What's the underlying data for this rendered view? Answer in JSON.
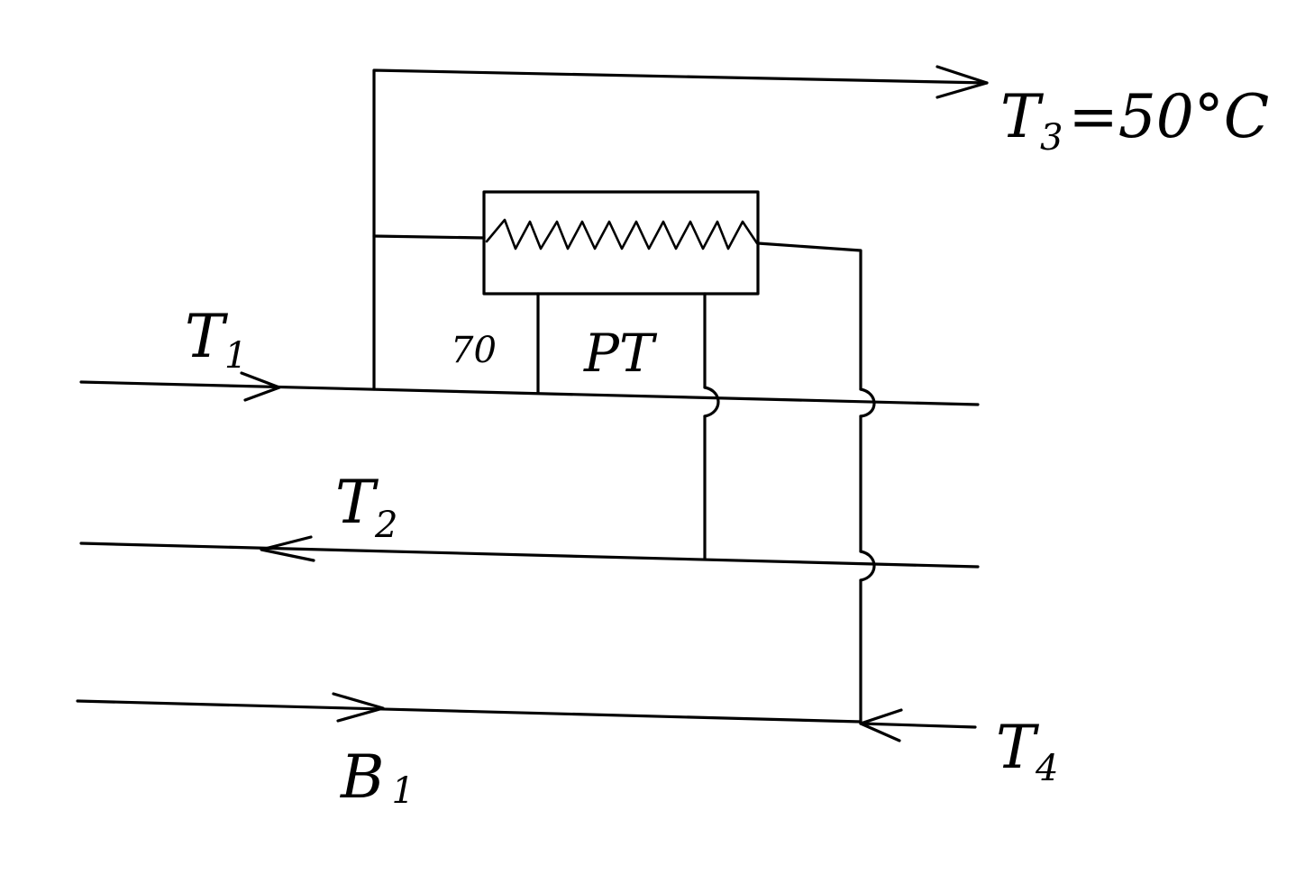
{
  "labels": {
    "t1_main": "T",
    "t1_sub": "1",
    "t2_main": "T",
    "t2_sub": "2",
    "t3_main": "T",
    "t3_sub": "3",
    "t3_value": "=50°C",
    "t4_main": "T",
    "t4_sub": "4",
    "b1_main": "B",
    "b1_sub": "1",
    "setpoint": "70",
    "regulator": "PT"
  },
  "icons": {
    "heat_exchanger": "zigzag-coil-heat-exchanger",
    "flow_arrow": "arrowhead"
  }
}
